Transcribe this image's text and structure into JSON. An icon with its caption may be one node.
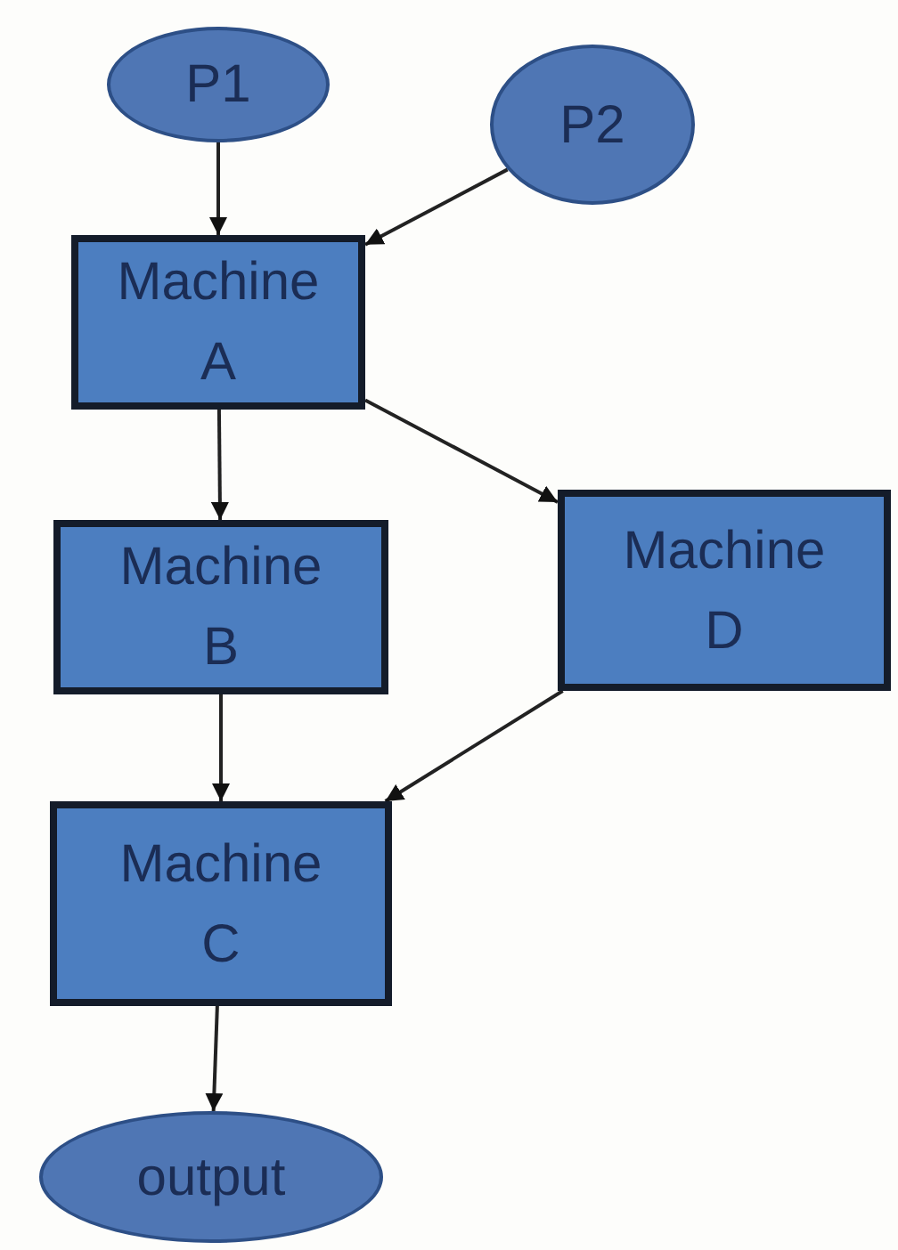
{
  "diagram": {
    "nodes": [
      {
        "text": [
          "P1"
        ]
      },
      {
        "text": [
          "P2"
        ]
      },
      {
        "text": [
          "Machine A"
        ]
      },
      {
        "text": [
          "Machine B"
        ]
      },
      {
        "text": [
          "Machine D"
        ]
      },
      {
        "text": [
          "Machine C"
        ]
      },
      {
        "text": [
          "output"
        ]
      }
    ],
    "edges": [
      {
        "from": 0,
        "to": 2,
        "arrow": "to"
      },
      {
        "from": 1,
        "to": 2,
        "arrow": "to"
      },
      {
        "from": 2,
        "to": 3,
        "arrow": "to"
      },
      {
        "from": 2,
        "to": 4,
        "arrow": "to"
      },
      {
        "from": 3,
        "to": 5,
        "arrow": "to"
      },
      {
        "from": 4,
        "to": 5,
        "arrow": "to"
      },
      {
        "from": 5,
        "to": 6,
        "arrow": "to"
      }
    ]
  }
}
